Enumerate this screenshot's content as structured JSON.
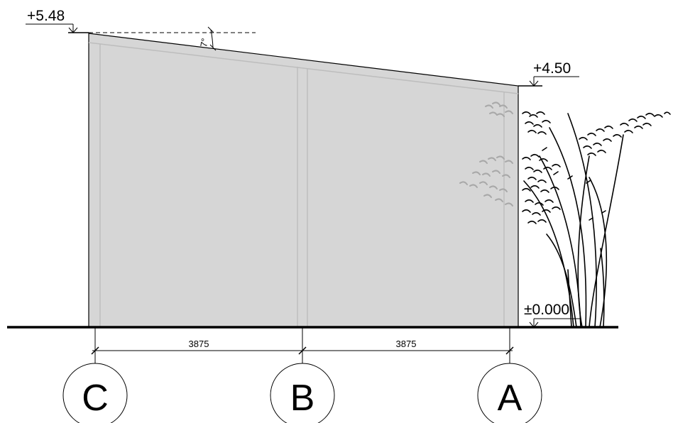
{
  "levels": {
    "top_left": "+5.48",
    "top_right": "+4.50",
    "ground": "±0.000"
  },
  "roof_angle": "7°",
  "dimensions": [
    "3875",
    "3875"
  ],
  "axes": [
    "C",
    "B",
    "A"
  ],
  "colors": {
    "wall_fill": "#d6d6d6",
    "wall_inner_lines": "#bdbdbd",
    "ink": "#000000",
    "foliage_faded": "#a8a8a8"
  },
  "icons": [
    "plant-grass-illustration"
  ]
}
